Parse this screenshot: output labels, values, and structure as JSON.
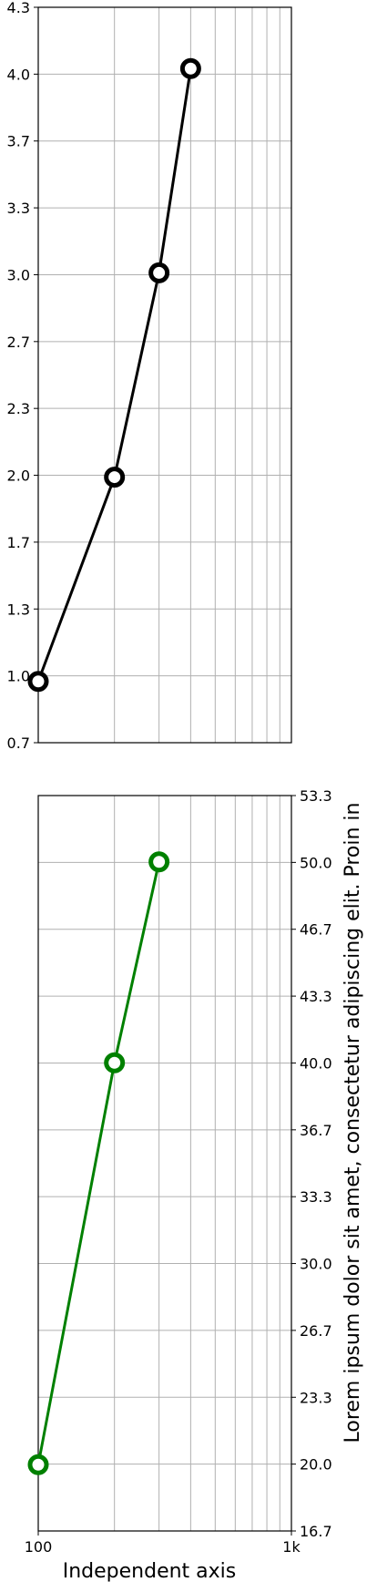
{
  "chart_data": [
    {
      "type": "line",
      "xscale": "log",
      "xlim": [
        100,
        1000
      ],
      "ylim": [
        0.7,
        4.3
      ],
      "x": [
        100,
        200,
        300,
        400
      ],
      "series": [
        {
          "values": [
            1.0,
            2.0,
            3.0,
            4.0
          ],
          "color": "#000000",
          "marker": "open-circle"
        }
      ],
      "yticks": [
        "0.7",
        "1.0",
        "1.3",
        "1.7",
        "2.0",
        "2.3",
        "2.7",
        "3.0",
        "3.3",
        "3.7",
        "4.0",
        "4.3"
      ],
      "yaxis_side": "left",
      "grid": true,
      "xlabel": "",
      "ylabel": ""
    },
    {
      "type": "line",
      "xscale": "log",
      "xlim": [
        100,
        1000
      ],
      "ylim": [
        16.7,
        53.3
      ],
      "x": [
        100,
        200,
        300
      ],
      "series": [
        {
          "values": [
            20,
            40,
            50
          ],
          "color": "#008000",
          "marker": "open-circle"
        }
      ],
      "yticks": [
        "16.7",
        "20.0",
        "23.3",
        "26.7",
        "30.0",
        "33.3",
        "36.7",
        "40.0",
        "43.3",
        "46.7",
        "50.0",
        "53.3"
      ],
      "yaxis_side": "right",
      "xticks": [
        "100",
        "1k"
      ],
      "grid": true,
      "xlabel": "Independent axis",
      "ylabel": "Lorem ipsum dolor sit amet, consectetur adipiscing elit. Proin in"
    }
  ]
}
